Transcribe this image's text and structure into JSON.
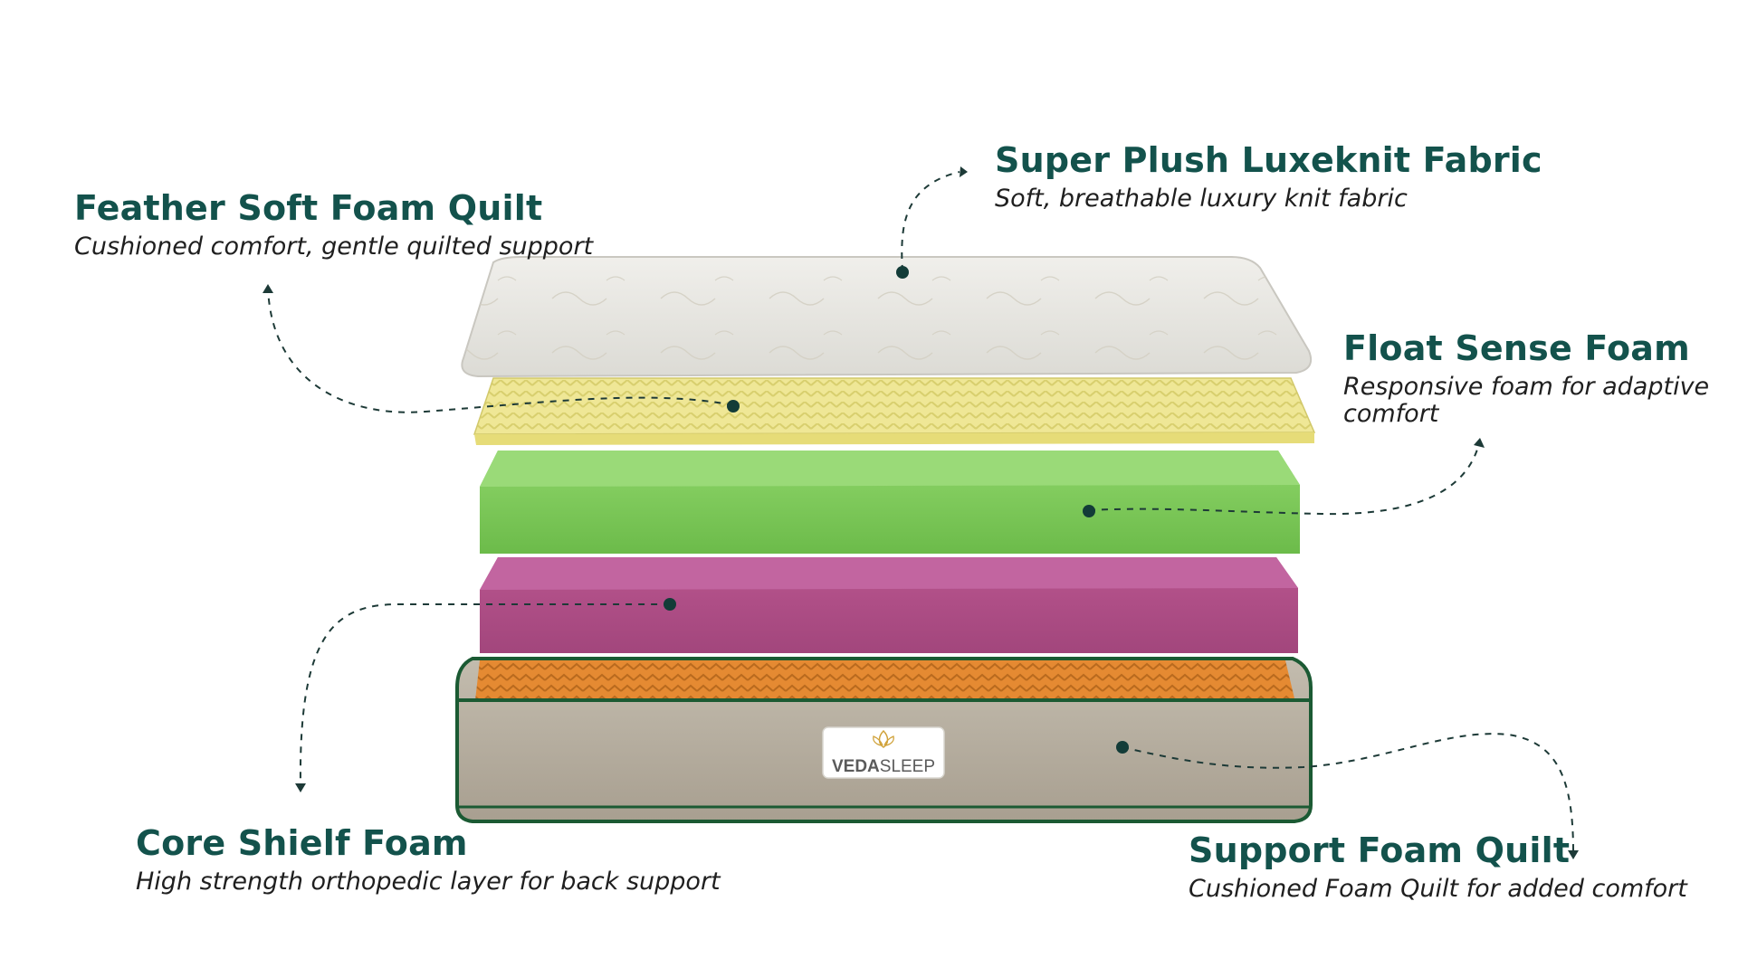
{
  "layers": [
    {
      "id": "fabric",
      "title": "Super Plush Luxeknit Fabric",
      "description": "Soft, breathable luxury knit fabric"
    },
    {
      "id": "feather",
      "title": "Feather Soft Foam Quilt",
      "description": "Cushioned comfort, gentle quilted support"
    },
    {
      "id": "float",
      "title": "Float Sense Foam",
      "description": "Responsive foam for adaptive comfort"
    },
    {
      "id": "core",
      "title": "Core Shielf Foam",
      "description": "High strength orthopedic layer for back support"
    },
    {
      "id": "support",
      "title": "Support Foam Quilt",
      "description": "Cushioned Foam Quilt for added comfort"
    }
  ],
  "brand": {
    "label_part1": "VEDA",
    "label_part2": "SLEEP"
  },
  "colors": {
    "heading": "#13524c",
    "leader": "#1d3a37",
    "fabric_top": "#eae9e4",
    "quilt_yellow": "#efe796",
    "float_green": "#7ecb5a",
    "core_magenta": "#b04e88",
    "support_orange": "#e0852d",
    "base_taupe": "#b9b1a2",
    "piping_green": "#1b5a33"
  }
}
